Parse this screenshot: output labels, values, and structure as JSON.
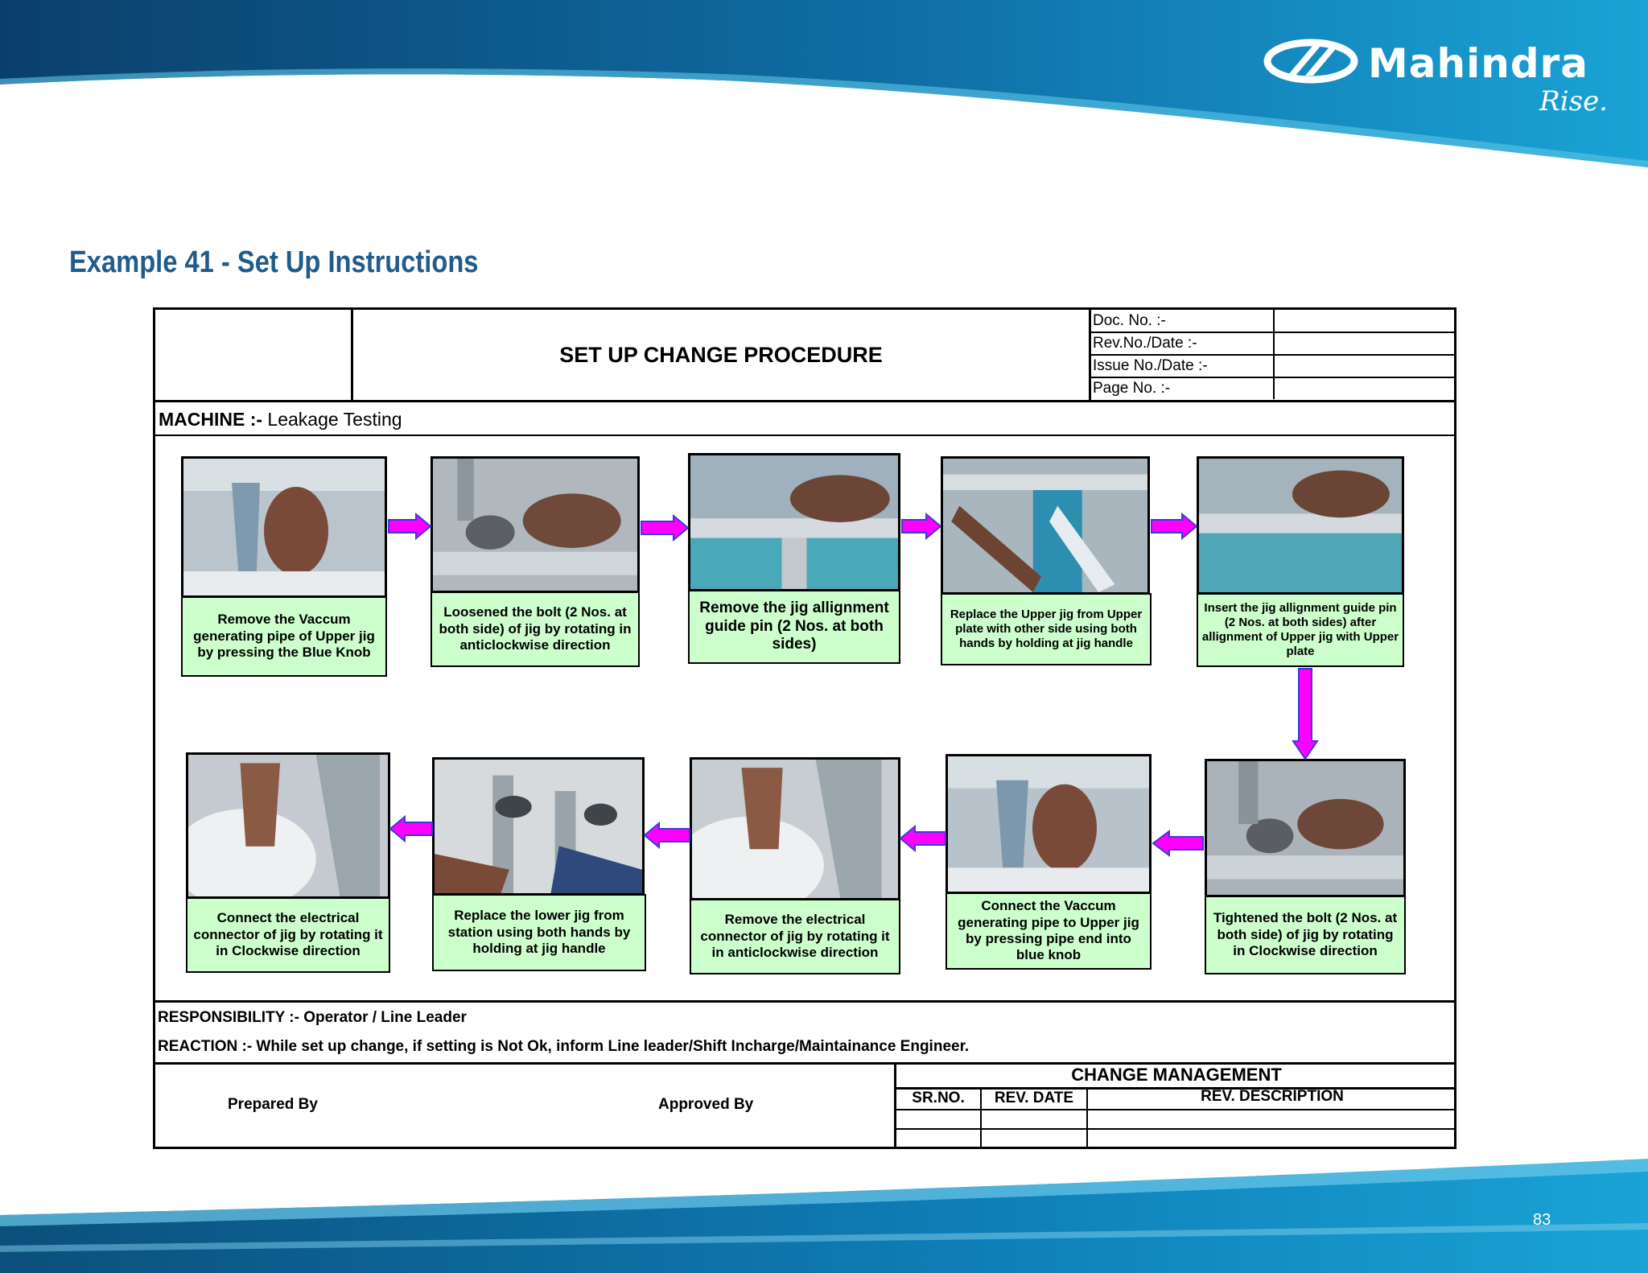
{
  "slide": {
    "title": "Example 41 - Set Up Instructions",
    "page_number": "83"
  },
  "brand": {
    "name": "Mahindra",
    "tagline": "Rise.",
    "colors": {
      "band_dark": "#0b3f6b",
      "band_light": "#1aa3d6",
      "title_blue": "#1f5c8c",
      "caption_green": "#ccffcc",
      "arrow_magenta": "#ff00ff"
    }
  },
  "procedure": {
    "title": "SET UP CHANGE PROCEDURE",
    "doc_info": [
      {
        "label": "Doc. No. :-",
        "value": ""
      },
      {
        "label": "Rev.No./Date :-",
        "value": ""
      },
      {
        "label": "Issue No./Date :-",
        "value": ""
      },
      {
        "label": "Page No. :-",
        "value": ""
      }
    ],
    "machine_label": "MACHINE :-",
    "machine_value": " Leakage Testing",
    "steps": [
      {
        "caption": "Remove the Vaccum generating pipe of Upper jig by pressing the Blue Knob"
      },
      {
        "caption": "Loosened the bolt (2 Nos. at both side) of jig by rotating in anticlockwise direction"
      },
      {
        "caption": "Remove the jig allignment guide pin (2 Nos. at both sides)"
      },
      {
        "caption": "Replace the Upper jig from Upper plate with other side using both hands by holding at jig handle"
      },
      {
        "caption": "Insert the jig allignment guide pin (2 Nos. at both sides) after allignment of Upper jig with Upper plate"
      },
      {
        "caption": "Tightened the bolt (2 Nos. at both side) of jig by rotating in Clockwise direction"
      },
      {
        "caption": "Connect the Vaccum generating pipe to Upper jig by pressing pipe end into blue knob"
      },
      {
        "caption": "Remove the electrical connector of jig by rotating it in anticlockwise direction"
      },
      {
        "caption": "Replace the lower jig from station using both hands by holding at jig handle"
      },
      {
        "caption": "Connect the electrical connector of jig by rotating it in Clockwise direction"
      }
    ],
    "responsibility": "RESPONSIBILITY :- Operator / Line Leader",
    "reaction": "REACTION :- While set up change, if setting is Not Ok, inform Line leader/Shift Incharge/Maintainance Engineer.",
    "prepared_by": "Prepared By",
    "approved_by": "Approved By",
    "change_management": {
      "title": "CHANGE MANAGEMENT",
      "columns": [
        "SR.NO.",
        "REV. DATE",
        "REV. DESCRIPTION"
      ]
    }
  }
}
